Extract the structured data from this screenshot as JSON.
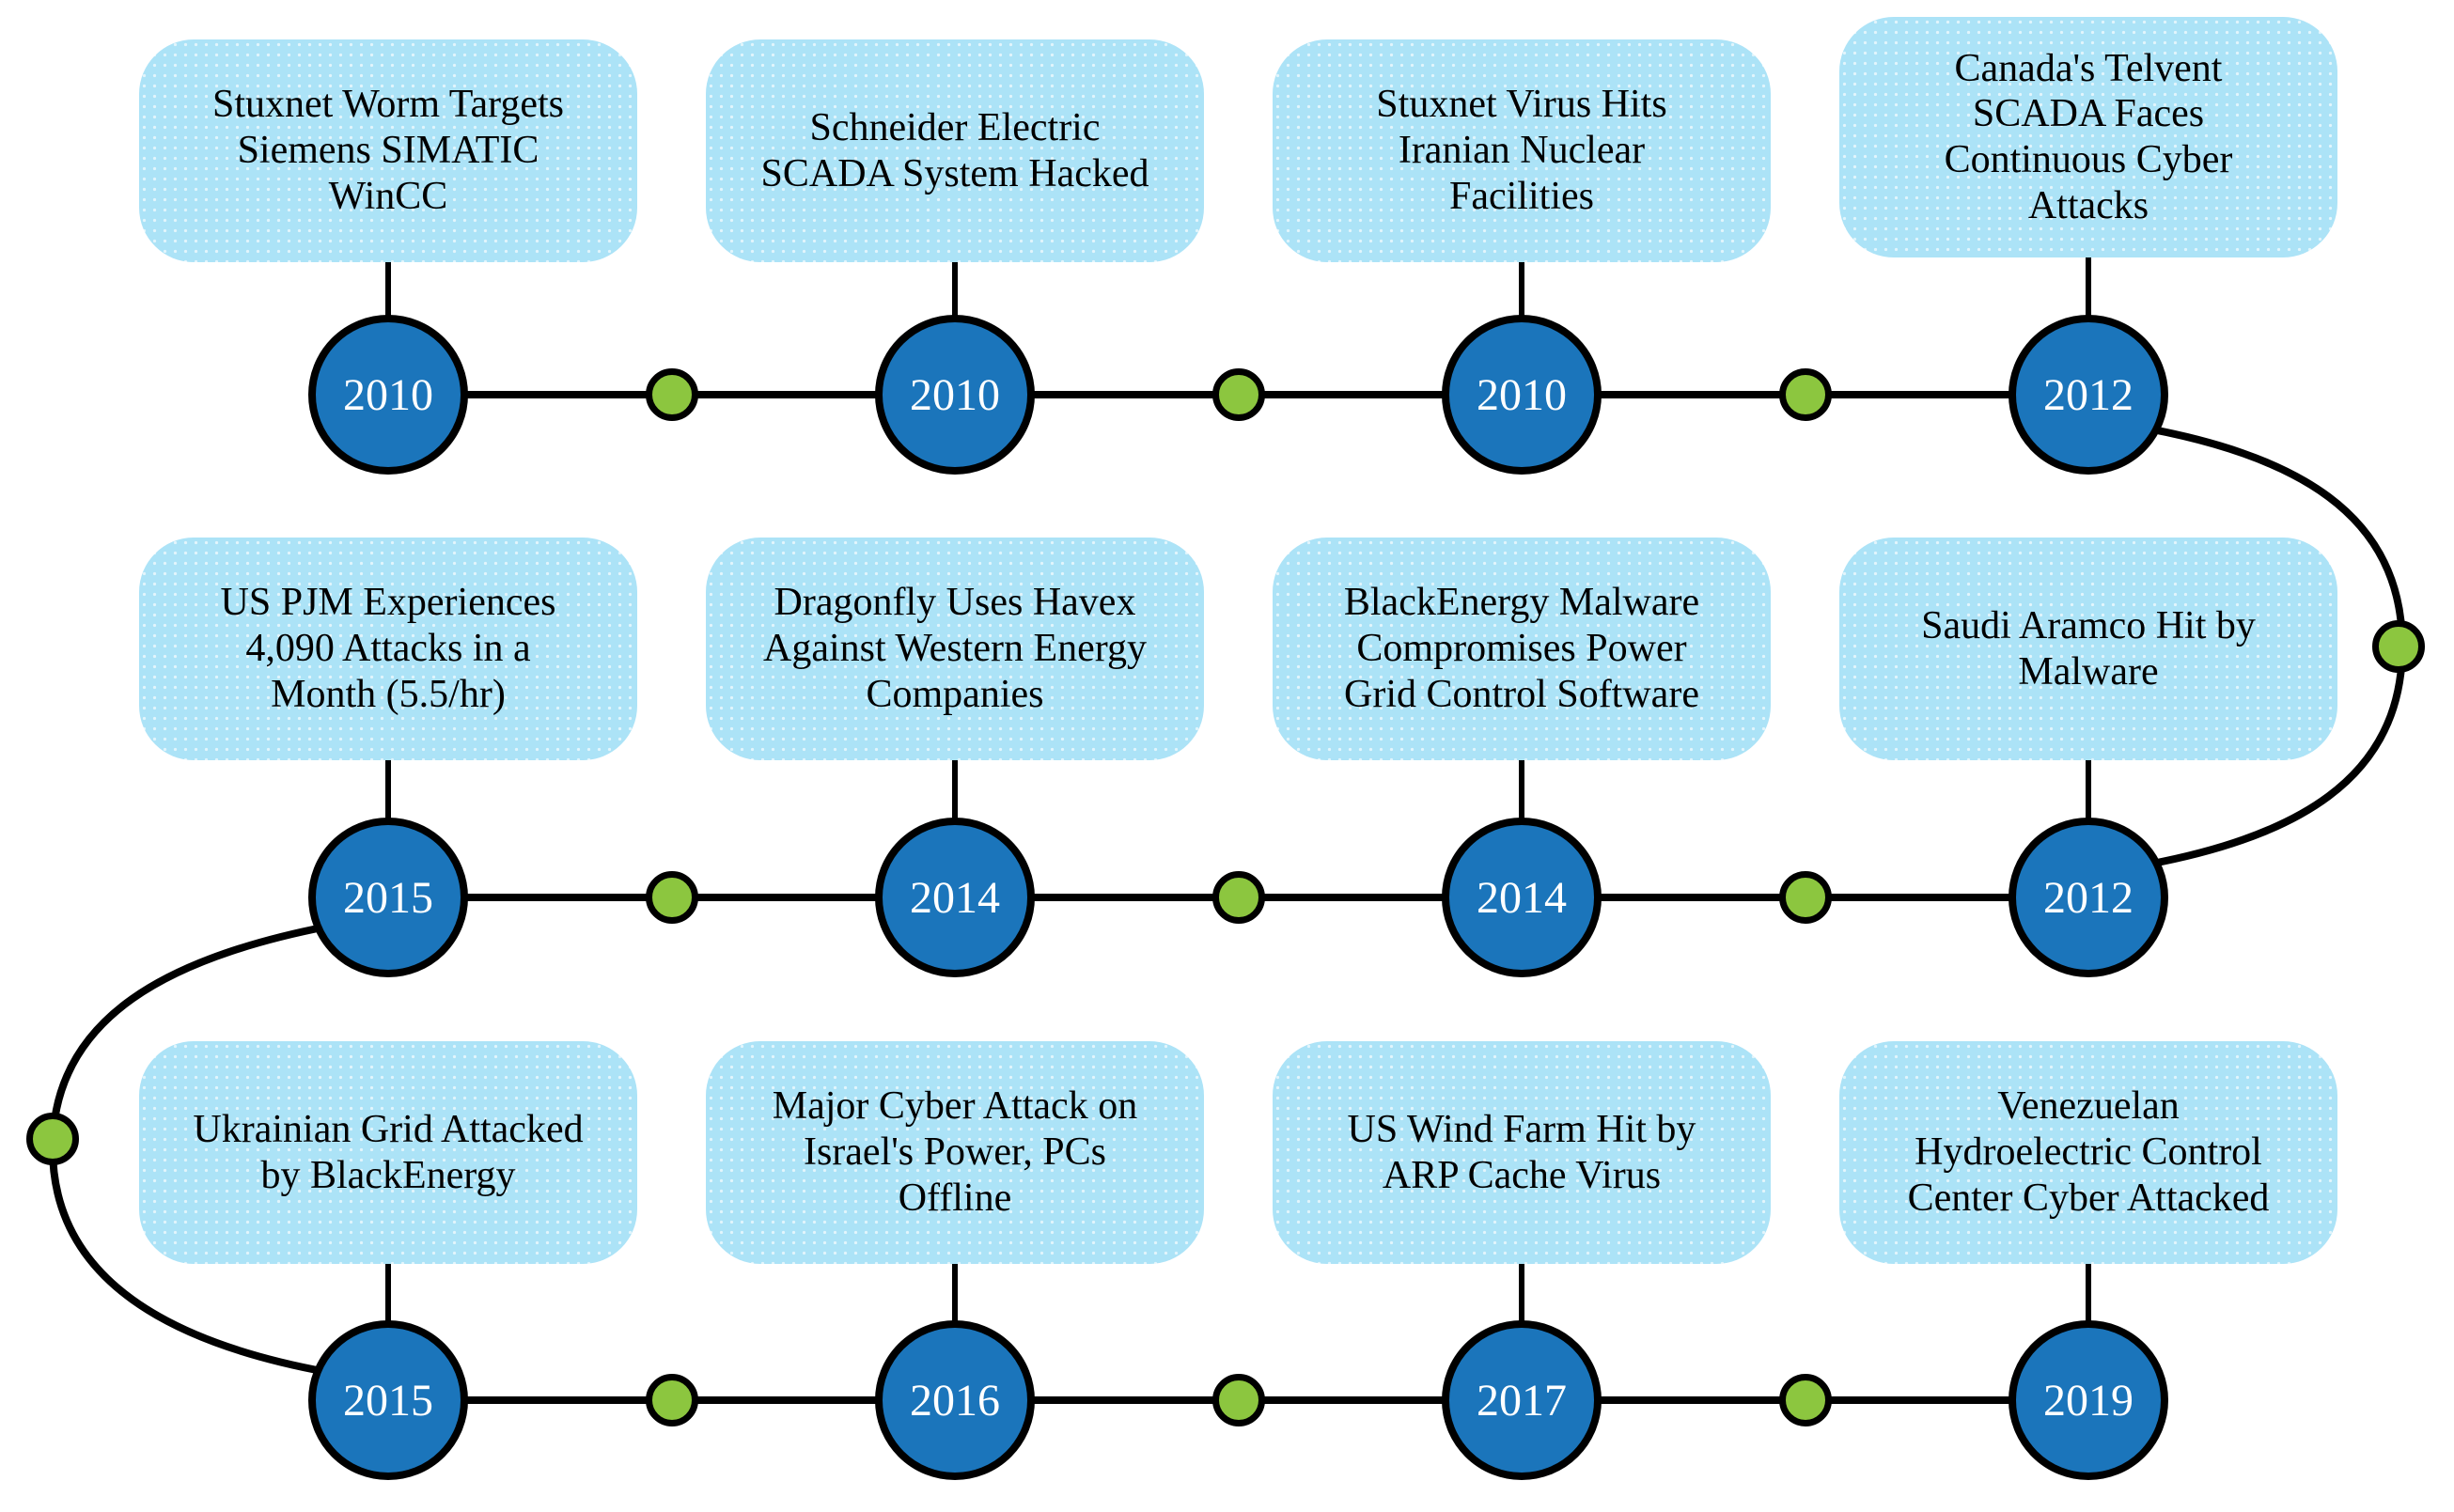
{
  "colors": {
    "event_box_fill": "#ACE3F7",
    "year_circle_fill": "#1B75BB",
    "connector_dot_fill": "#8CC63F",
    "line": "#000000",
    "year_text": "#FFFFFF",
    "event_text": "#000000",
    "page_bg": "#FFFFFF"
  },
  "timeline": {
    "rows": [
      {
        "events": [
          {
            "year": "2010",
            "title": "Stuxnet Worm Targets\nSiemens SIMATIC\nWinCC"
          },
          {
            "year": "2010",
            "title": "Schneider Electric\nSCADA System Hacked"
          },
          {
            "year": "2010",
            "title": "Stuxnet Virus Hits\nIranian Nuclear\nFacilities"
          },
          {
            "year": "2012",
            "title": "Canada's Telvent\nSCADA Faces\nContinuous Cyber\nAttacks"
          }
        ]
      },
      {
        "events": [
          {
            "year": "2015",
            "title": "US PJM Experiences\n4,090 Attacks in a\nMonth (5.5/hr)"
          },
          {
            "year": "2014",
            "title": "Dragonfly Uses Havex\nAgainst Western Energy\nCompanies"
          },
          {
            "year": "2014",
            "title": "BlackEnergy Malware\nCompromises Power\nGrid Control Software"
          },
          {
            "year": "2012",
            "title": "Saudi Aramco Hit by\nMalware"
          }
        ]
      },
      {
        "events": [
          {
            "year": "2015",
            "title": "Ukrainian Grid Attacked\nby BlackEnergy"
          },
          {
            "year": "2016",
            "title": "Major Cyber Attack on\nIsrael's Power, PCs\nOffline"
          },
          {
            "year": "2017",
            "title": "US Wind Farm Hit by\nARP Cache Virus"
          },
          {
            "year": "2019",
            "title": "Venezuelan\nHydroelectric Control\nCenter Cyber Attacked"
          }
        ]
      }
    ]
  }
}
